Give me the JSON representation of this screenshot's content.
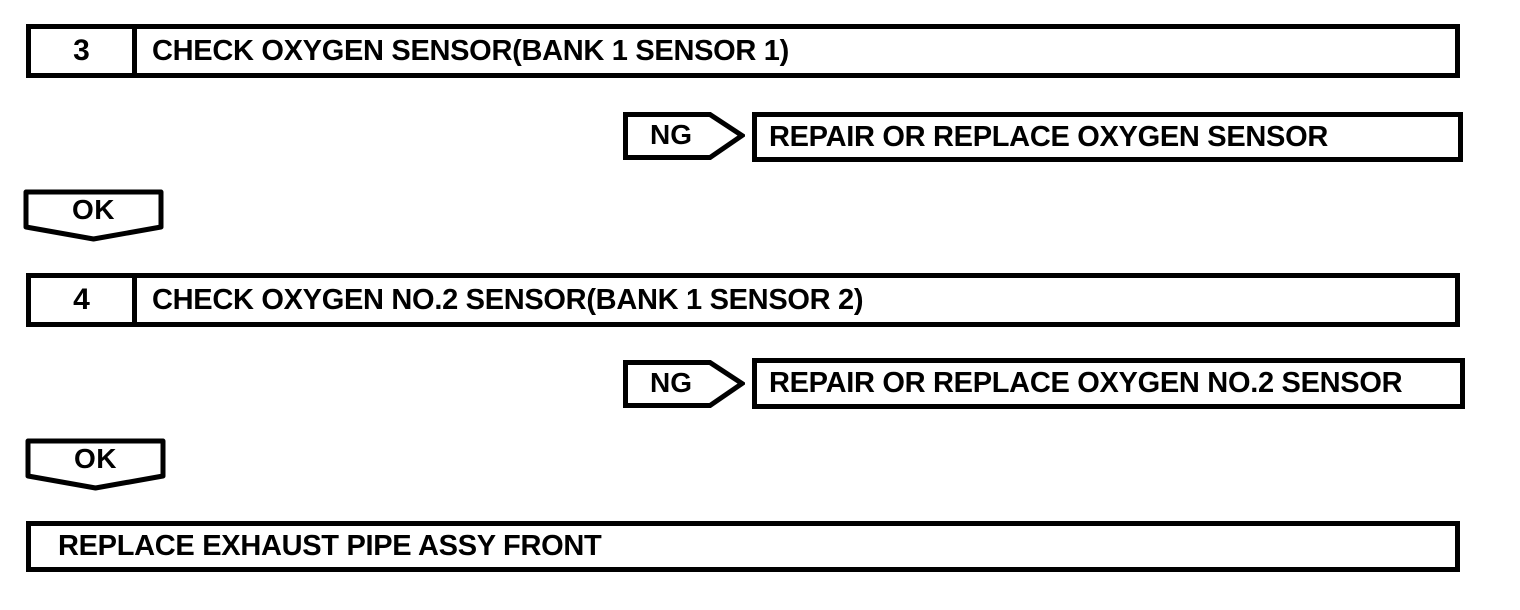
{
  "page": {
    "background_color": "#ffffff",
    "line_color": "#000000",
    "kind": "diagnostic-flowchart"
  },
  "flowchart": {
    "steps": [
      {
        "number": "3",
        "title": "CHECK OXYGEN SENSOR(BANK 1 SENSOR 1)",
        "ng_label": "NG",
        "ng_action": "REPAIR OR REPLACE OXYGEN SENSOR",
        "ok_label": "OK"
      },
      {
        "number": "4",
        "title": "CHECK OXYGEN NO.2 SENSOR(BANK 1 SENSOR 2)",
        "ng_label": "NG",
        "ng_action": "REPAIR OR REPLACE OXYGEN NO.2 SENSOR",
        "ok_label": "OK"
      }
    ],
    "terminal_action": "REPLACE EXHAUST PIPE ASSY FRONT"
  }
}
